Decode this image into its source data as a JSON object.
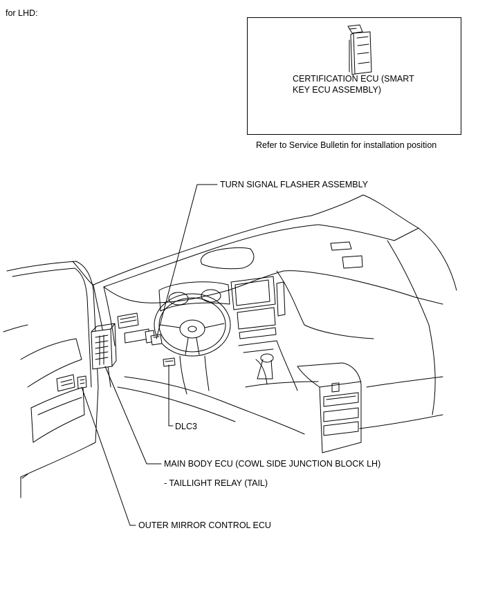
{
  "header": {
    "heading": "for LHD:"
  },
  "inset": {
    "caption_line1": "CERTIFICATION ECU (SMART",
    "caption_line2": "KEY ECU ASSEMBLY)",
    "note": "Refer to Service Bulletin for installation position"
  },
  "callouts": {
    "turn_signal": "TURN SIGNAL FLASHER ASSEMBLY",
    "dlc3": "DLC3",
    "main_body_ecu": "MAIN BODY ECU (COWL SIDE JUNCTION BLOCK LH)",
    "taillight_relay": "- TAILLIGHT RELAY (TAIL)",
    "outer_mirror": "OUTER MIRROR CONTROL ECU"
  }
}
